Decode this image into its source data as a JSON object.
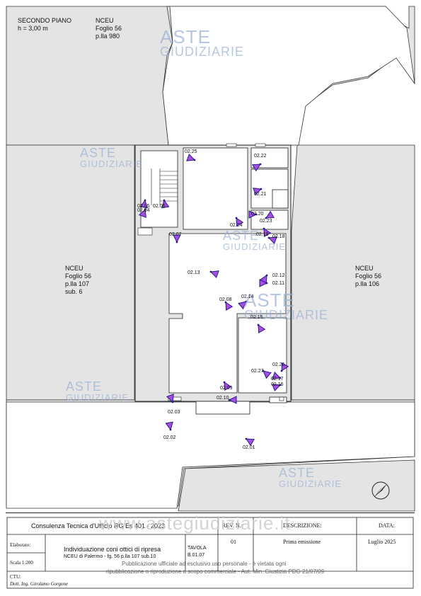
{
  "header": {
    "floor": "SECONDO PIANO",
    "height": "h = 3,00 m",
    "nceu_top_1": "NCEU",
    "nceu_top_2": "Foglio 56",
    "nceu_top_3": "p.lla 980"
  },
  "neighbors": {
    "left_1": "NCEU",
    "left_2": "Foglio 56",
    "left_3": "p.lla 107",
    "left_4": "sub. 6",
    "right_1": "NCEU",
    "right_2": "Foglio 56",
    "right_3": "p.lla 106"
  },
  "photo_points": {
    "p0225": "02.25",
    "p0222": "02.22",
    "p0221": "02.21",
    "p0220": "02.20",
    "p0223": "02.23",
    "p0219": "02.19",
    "p0218": "02.18",
    "p0224": "02.24",
    "p0205": "02.05",
    "p0204": "02.04",
    "p0206": "02.06",
    "p0207": "02.07",
    "p0213": "02.13",
    "p0212": "02.12",
    "p0211": "02.11",
    "p0208": "02.08",
    "p0214": "02.14",
    "p0215": "02.15",
    "p0227": "02.27",
    "p0226": "02.26",
    "p0217": "02.17",
    "p0216": "02.16",
    "p0209": "02.09",
    "p0210": "02.10",
    "p0203": "02.03",
    "p0202": "02.02",
    "p0201": "02.01"
  },
  "watermark": {
    "line1": "ASTE",
    "line2": "GIUDIZIARIE",
    "url": "www.astegiudiziarie.it"
  },
  "title_block": {
    "consulenza": "Consulenza Tecnica d'Ufficio RG Es 401 - 2023",
    "rev_label": "REV. N.:",
    "descr_label": "DESCRIZIONE:",
    "data_label": "DATA:",
    "elaborato_label": "Elaborato:",
    "elaborato_title": "Individuazione coni ottici di ripresa",
    "elaborato_sub": "NCEU di Palermo - fg. 56 p.lla 107 sub.10",
    "tavola_label": "TAVOLA",
    "tavola_value": "B.01.07",
    "scala": "Scala 1:200",
    "rev_value": "01",
    "descr_value": "Prima emissione",
    "data_value": "Luglio 2025",
    "ctu_label": "CTU:",
    "ctu_name": "Dott. Ing. Girolamo Gorgone",
    "pub_1": "Pubblicazione ufficiale ad esclusivo uso personale - è vietata ogni",
    "pub_2": "ripubblicazione o riproduzione a scopo commerciale - Aut. Min. Giustizia PDG 21/07/09"
  },
  "colors": {
    "cone": "#2b1a8c",
    "cone_fill": "#a44fe0",
    "land": "#e4e4e4",
    "wall": "#e4e4e4"
  }
}
